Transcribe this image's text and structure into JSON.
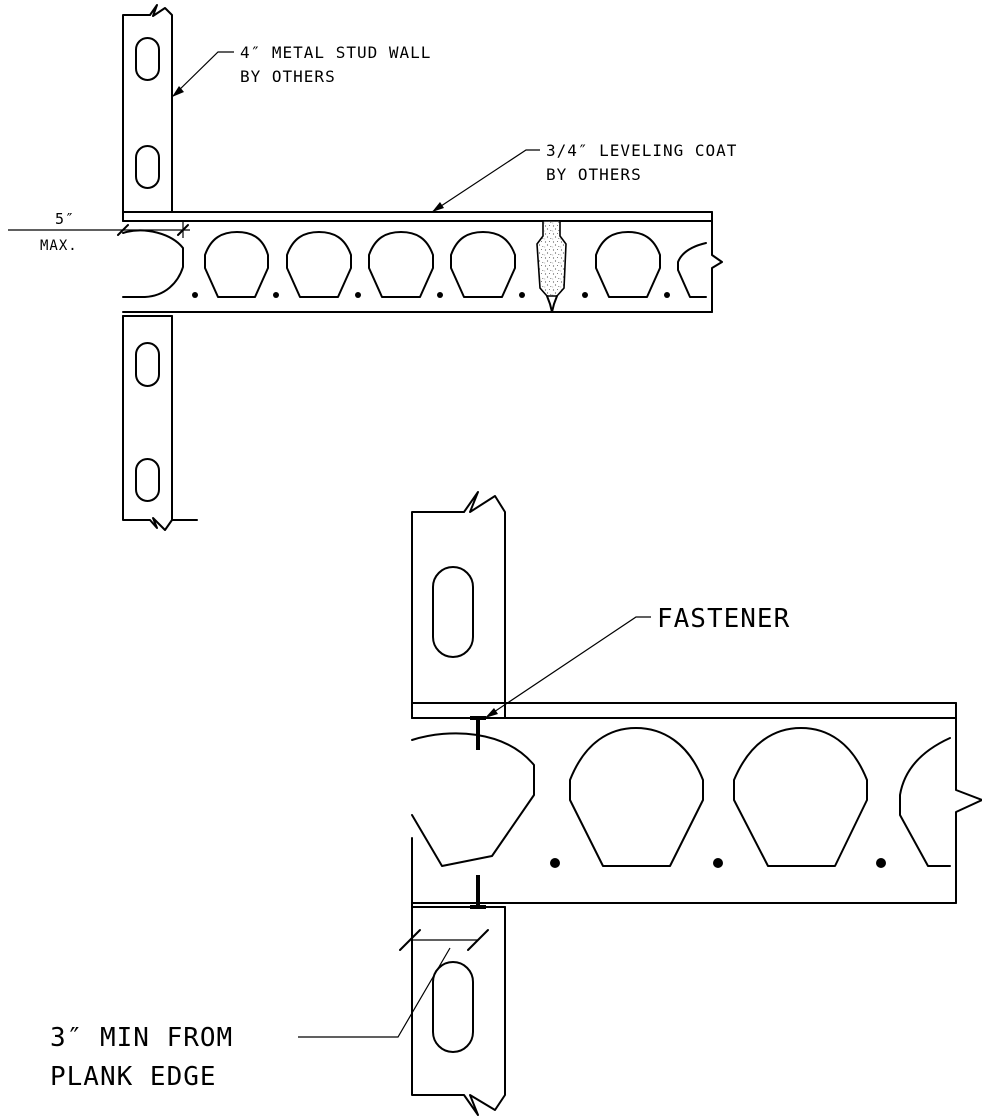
{
  "labels": {
    "stud_wall_line1": "4″ METAL STUD WALL",
    "stud_wall_line2": "BY OTHERS",
    "leveling_line1": "3/4″ LEVELING COAT",
    "leveling_line2": "BY OTHERS",
    "dim_value": "5″",
    "dim_qualifier": "MAX.",
    "fastener": "FASTENER",
    "min_line1": "3″ MIN FROM",
    "min_line2": "PLANK EDGE"
  },
  "colors": {
    "ink": "#000000",
    "paper": "#ffffff",
    "grout_speckle": "#555555"
  }
}
